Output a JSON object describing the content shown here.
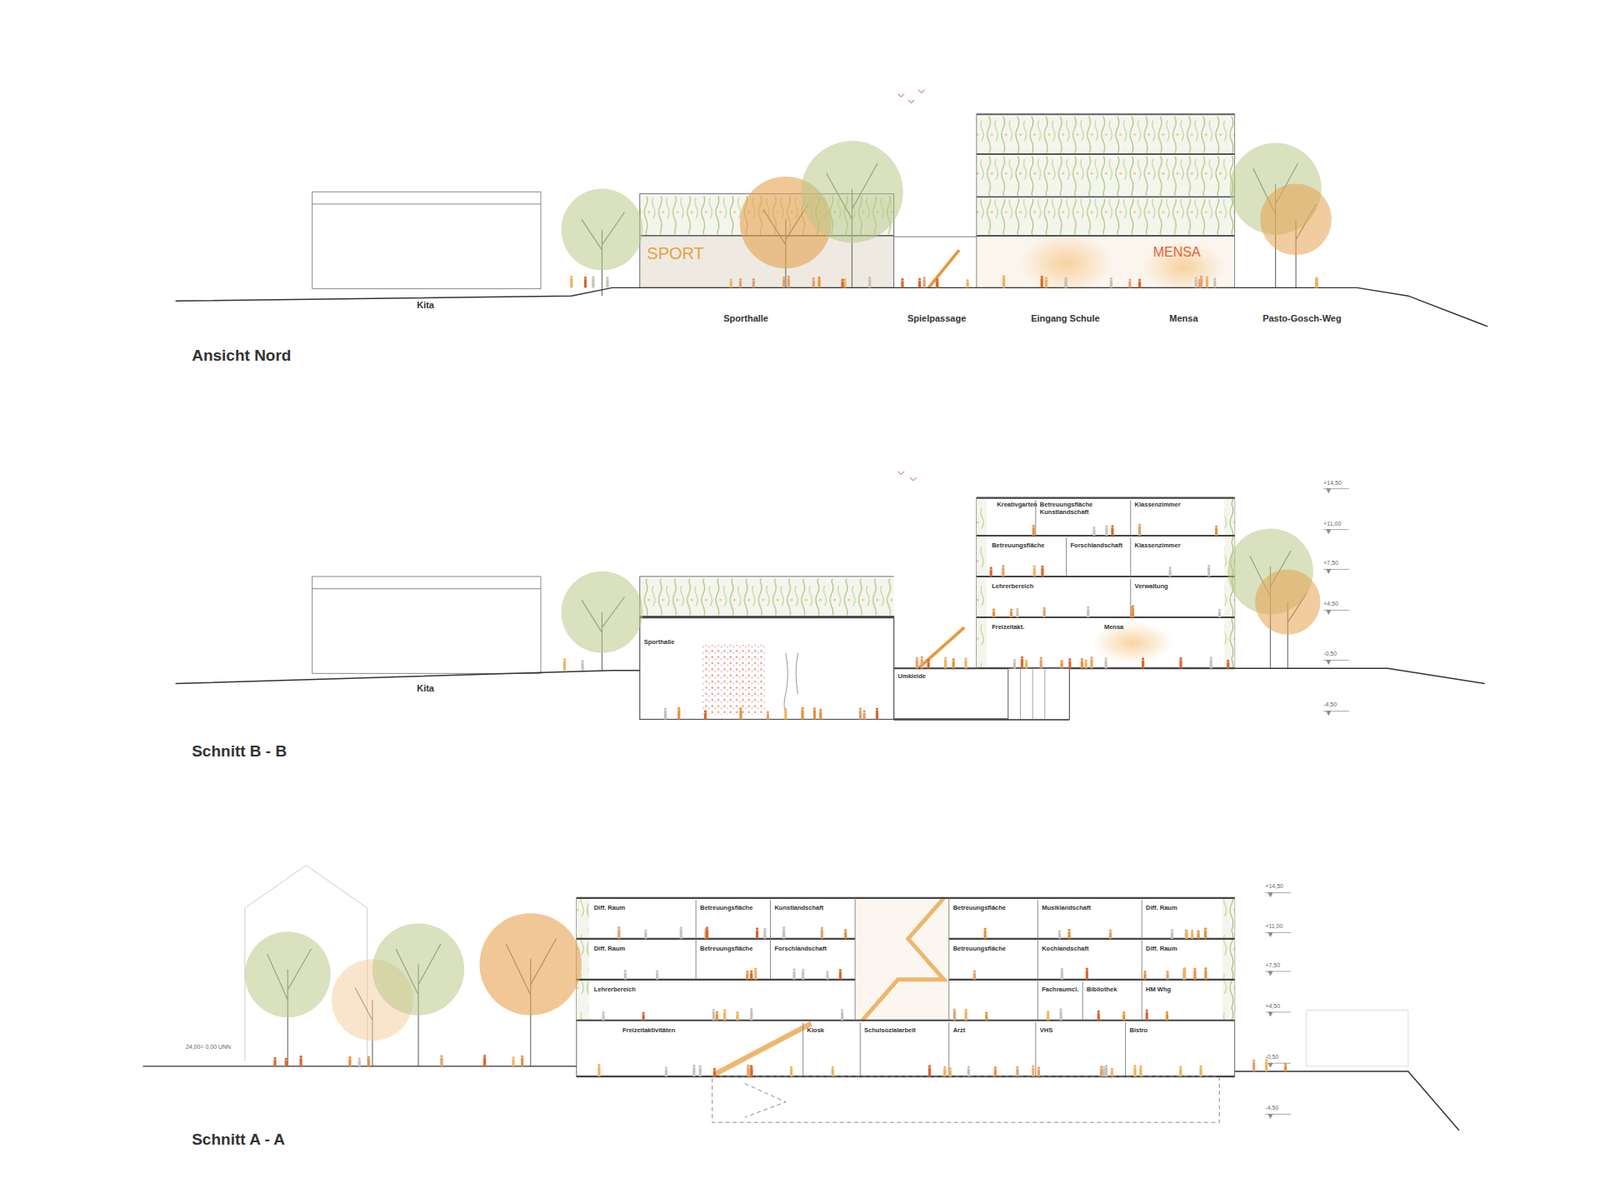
{
  "diagram": {
    "labels": [
      "Ansicht Nord",
      "Kita",
      "Sporthalle",
      "Spielpassage",
      "Eingang Schule",
      "Mensa",
      "Pasto-Gosch-Weg",
      "SPORT",
      "MENSA",
      "Schnitt B - B",
      "Kita",
      "Sporthalle",
      "Umkleide",
      "Kreativgarten",
      "Betreuungsfläche Kunstlandschaft",
      "Klassenzimmer",
      "Betreuungsfläche",
      "Forschlandschaft",
      "Klassenzimmer",
      "Lehrerbereich",
      "Verwaltung",
      "Freizeitakt.",
      "Mensa",
      "+14,50",
      "+11,00",
      "+7,50",
      "+4,50",
      "-0,50",
      "-4,50",
      "Schnitt A - A",
      "24,00= 0,00 UNN",
      "Diff. Raum",
      "Betreuungsfläche",
      "Kunstlandschaft",
      "Betreuungsfläche",
      "Musiklandschaft",
      "Diff. Raum",
      "Diff. Raum",
      "Betreuungsfläche",
      "Forschlandschaft",
      "Betreuungsfläche",
      "Kochlandschaft",
      "Diff. Raum",
      "Lehrerbereich",
      "Fachraumcl.",
      "Bibliothek",
      "HM Whg",
      "Freizeitaktivitäten",
      "Kiosk",
      "Schulsozialarbeit",
      "Arzt",
      "VHS",
      "Bistro",
      "+14,50",
      "+11,00",
      "+7,50",
      "+4,50",
      "-0,50",
      "-4,50"
    ]
  }
}
